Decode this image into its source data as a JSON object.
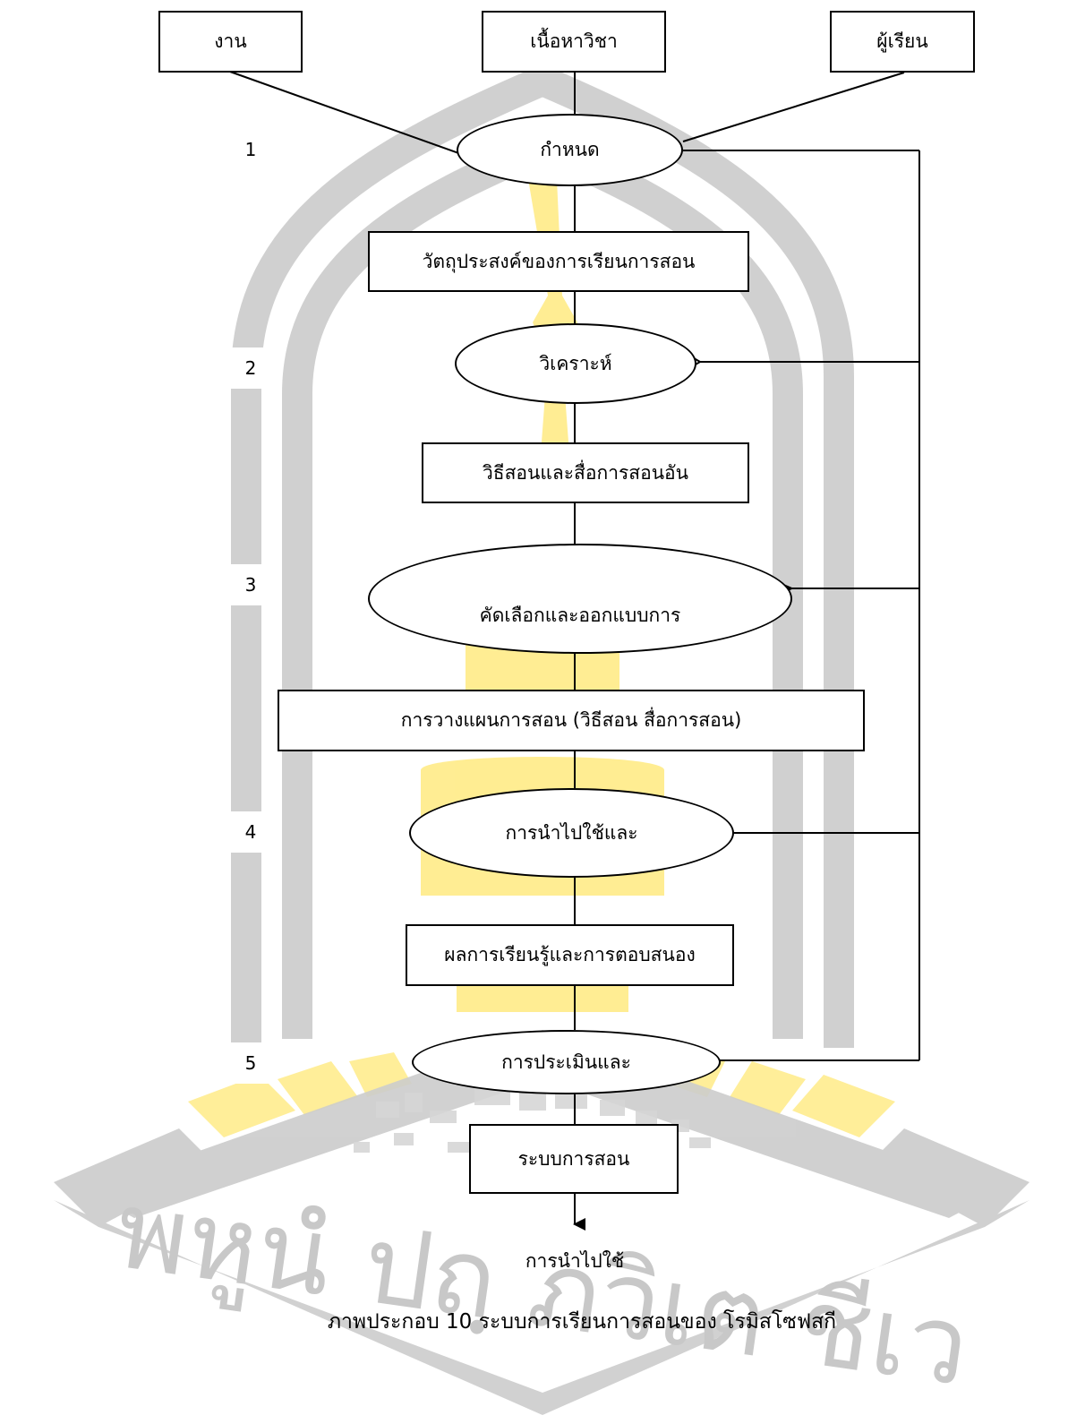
{
  "inputs": {
    "work": "งาน",
    "content": "เนื้อหาวิชา",
    "learner": "ผู้เรียน"
  },
  "steps": [
    {
      "number": "1",
      "process": "กำหนด",
      "output": "วัตถุประสงค์ของการเรียนการสอน"
    },
    {
      "number": "2",
      "process": "วิเคราะห์",
      "output": "วิธีสอนและสื่อการสอนอัน"
    },
    {
      "number": "3",
      "process": "คัดเลือกและออกแบบการ",
      "output": "การวางแผนการสอน (วิธีสอน สื่อการสอน)"
    },
    {
      "number": "4",
      "process": "การนำไปใช้และ",
      "output": "ผลการเรียนรู้และการตอบสนอง"
    },
    {
      "number": "5",
      "process": "การประเมินและ",
      "output": "ระบบการสอน"
    }
  ],
  "final_output": "การนำไปใช้",
  "caption": "ภาพประกอบ 10  ระบบการเรียนการสอนของ โรมิสโซฟสกี",
  "watermark": {
    "text": "พหูนํ ปถฺ ภวิเต ชีเว",
    "colors": {
      "gray": "#cccccc",
      "yellow": "#ffea80"
    }
  }
}
